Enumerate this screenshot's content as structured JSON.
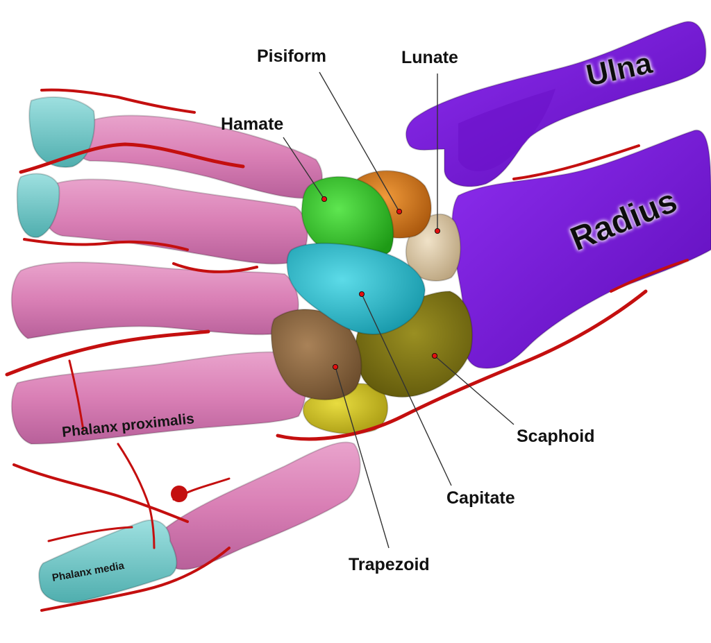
{
  "labels": {
    "pisiform": "Pisiform",
    "lunate": "Lunate",
    "hamate": "Hamate",
    "scaphoid": "Scaphoid",
    "capitate": "Capitate",
    "trapezoid": "Trapezoid",
    "ulna": "Ulna",
    "radius": "Radius",
    "phalanx_proximalis": "Phalanx proximalis",
    "phalanx_media": "Phalanx media"
  },
  "colors": {
    "phalanx_proximalis": "#d97fb5",
    "phalanx_media": "#72c9c9",
    "ulna_radius": "#7a16e0",
    "hamate": "#35c42a",
    "pisiform": "#d7781a",
    "lunate": "#ddc9a8",
    "capitate": "#25bfd0",
    "scaphoid": "#7e7412",
    "trapezoid": "#8f6a42",
    "trapezium": "#cfc22a",
    "vessels": "#c40f0f",
    "marker": "#e01010"
  }
}
